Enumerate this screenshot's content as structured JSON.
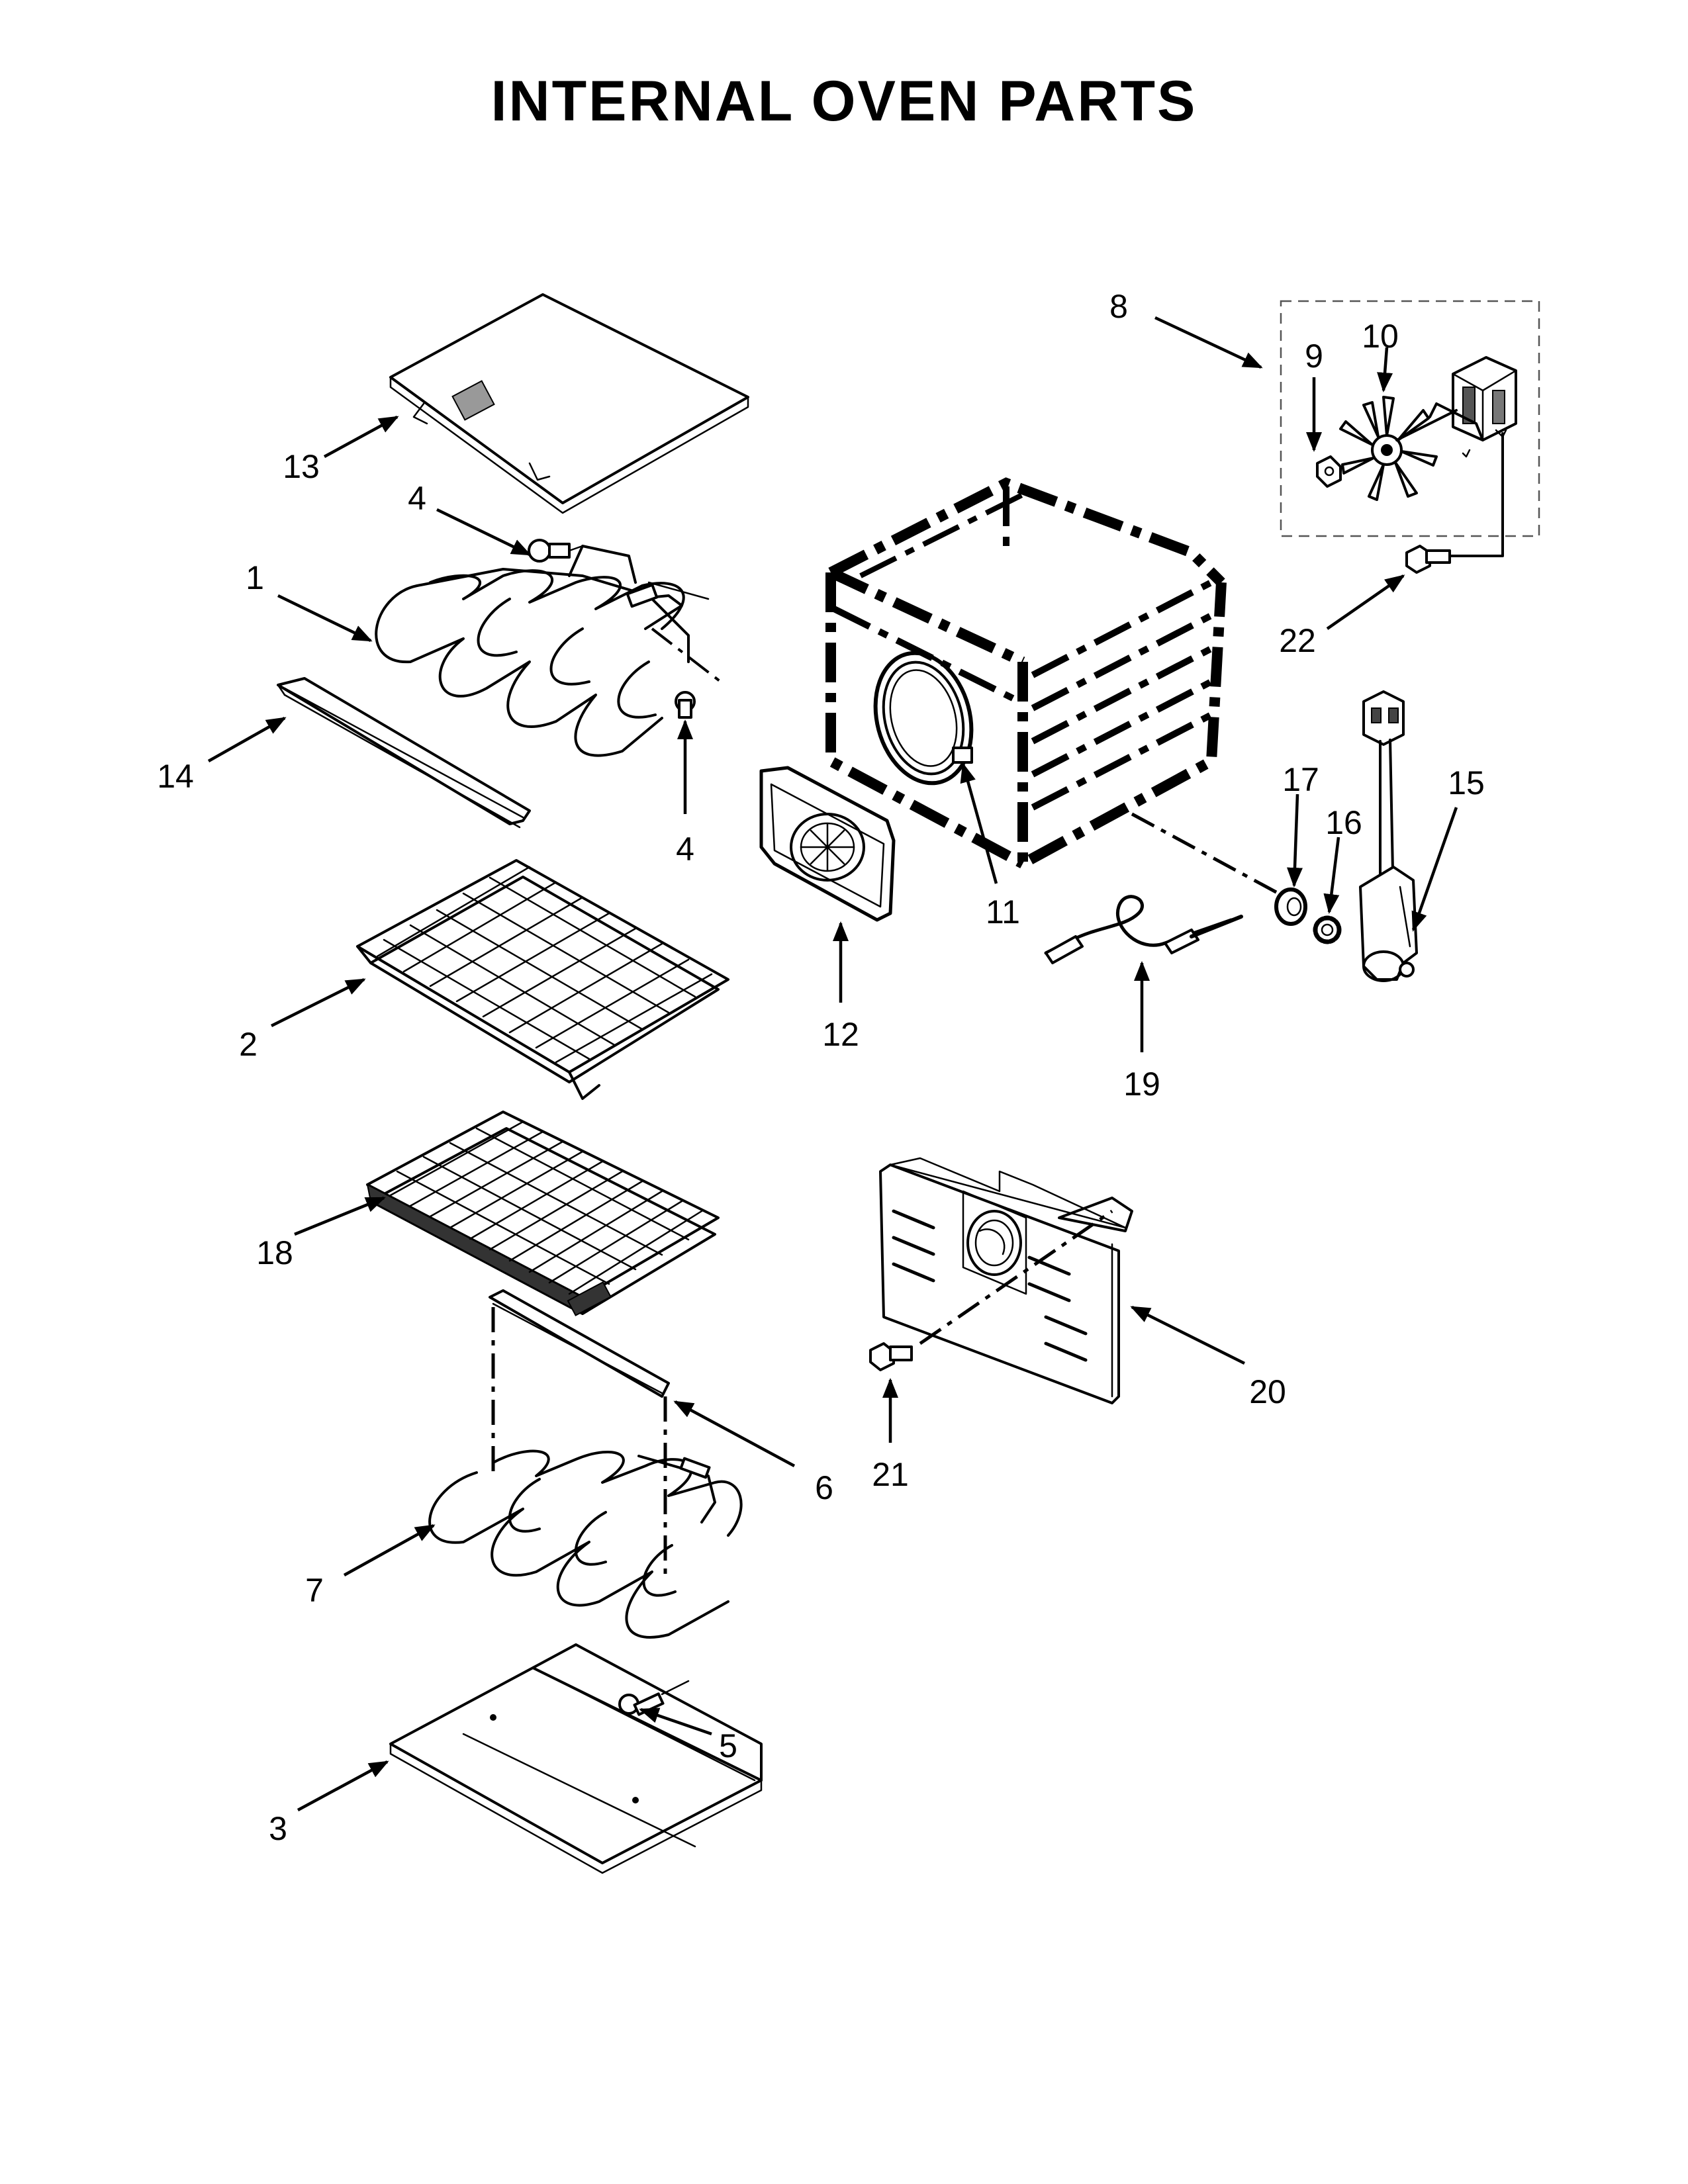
{
  "title": "INTERNAL OVEN PARTS",
  "callouts": {
    "c1": "1",
    "c2": "2",
    "c3": "3",
    "c4a": "4",
    "c4b": "4",
    "c5": "5",
    "c6": "6",
    "c7": "7",
    "c8": "8",
    "c9": "9",
    "c10": "10",
    "c11": "11",
    "c12": "12",
    "c13": "13",
    "c14": "14",
    "c15": "15",
    "c16": "16",
    "c17": "17",
    "c18": "18",
    "c19": "19",
    "c20": "20",
    "c21": "21",
    "c22": "22"
  }
}
